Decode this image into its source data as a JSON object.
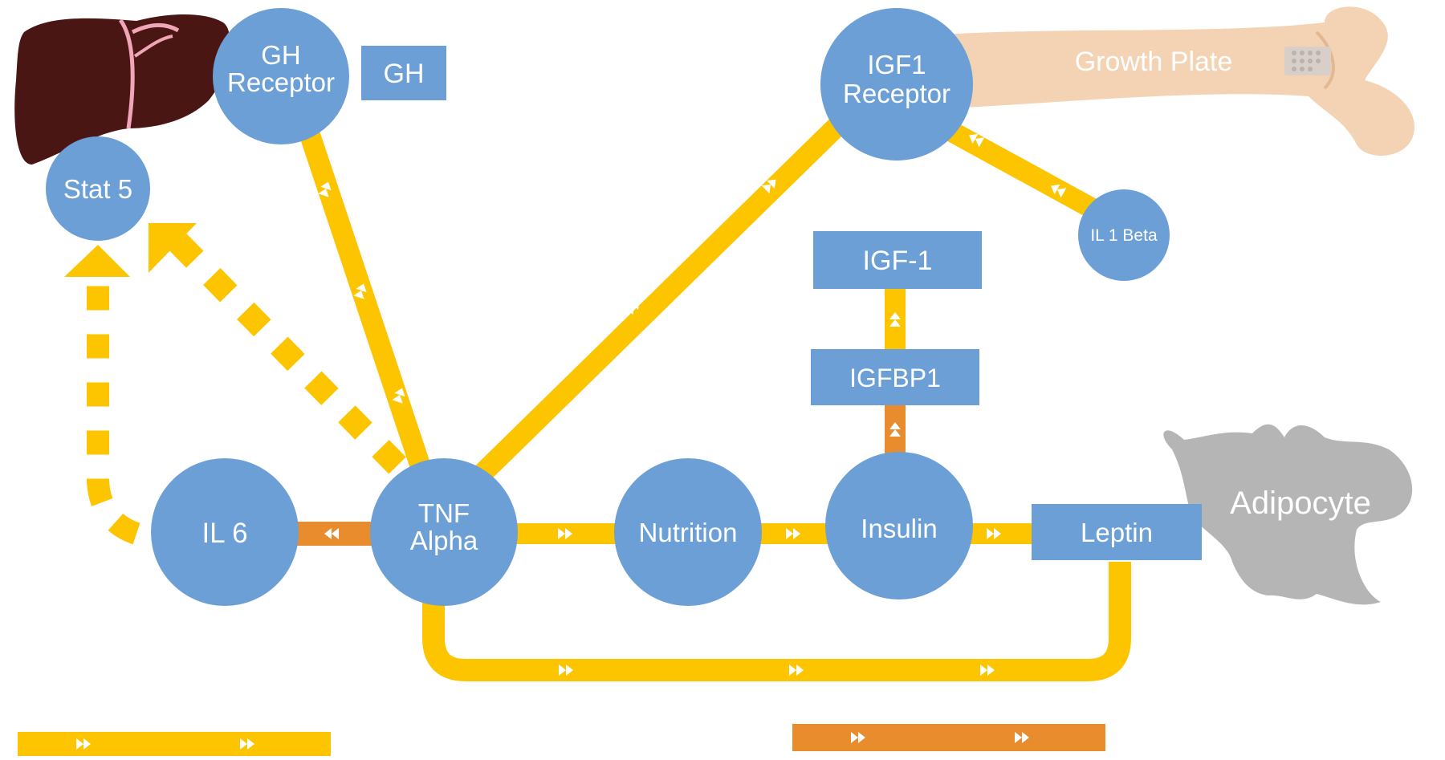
{
  "colors": {
    "node": "#6b9fd6",
    "pathway_yellow": "#fdc400",
    "pathway_orange": "#e88c2e",
    "adipocyte": "#b5b5b5",
    "liver": "#4a1614",
    "liver_vessel": "#f0a6b6",
    "bone": "#f3d3b3",
    "text": "#ffffff"
  },
  "nodes": {
    "stat5": "Stat 5",
    "gh_receptor_line1": "GH",
    "gh_receptor_line2": "Receptor",
    "gh": "GH",
    "igf1_receptor_line1": "IGF1",
    "igf1_receptor_line2": "Receptor",
    "growth_plate": "Growth Plate",
    "il1_beta": "IL 1 Beta",
    "igf1": "IGF-1",
    "igfbp1": "IGFBP1",
    "il6": "IL 6",
    "tnf_alpha_line1": "TNF",
    "tnf_alpha_line2": "Alpha",
    "nutrition": "Nutrition",
    "insulin": "Insulin",
    "leptin": "Leptin",
    "adipocyte": "Adipocyte"
  },
  "legend": {
    "yellow_bar_icon": "double-chevron-right",
    "orange_bar_icon": "double-chevron-right"
  }
}
